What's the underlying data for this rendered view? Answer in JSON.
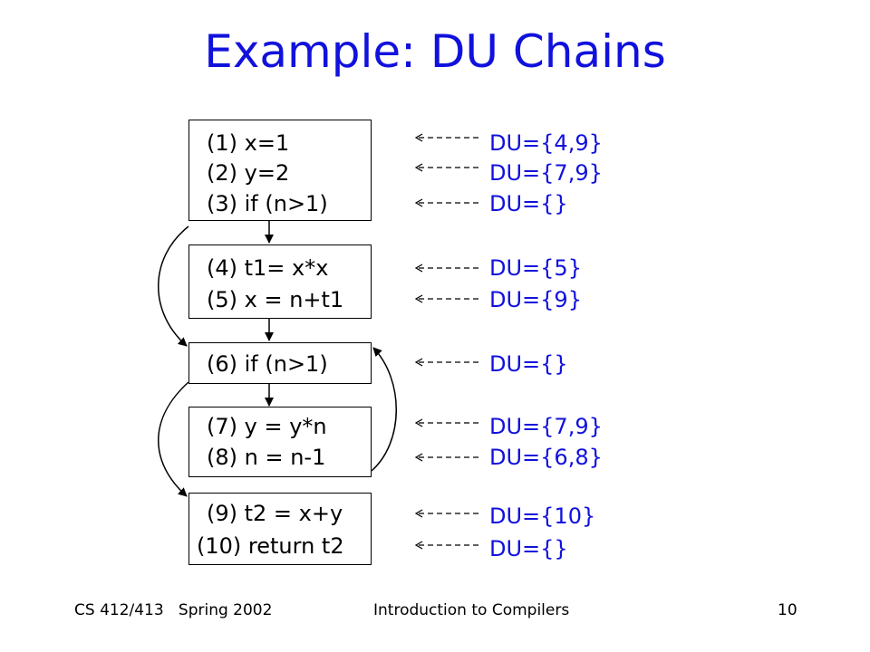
{
  "title": "Example: DU Chains",
  "blocks": [
    {
      "statements": [
        "(1) x=1",
        "(2) y=2",
        "(3) if (n>1)"
      ]
    },
    {
      "statements": [
        "(4) t1= x*x",
        "(5) x = n+t1"
      ]
    },
    {
      "statements": [
        "(6) if (n>1)"
      ]
    },
    {
      "statements": [
        "(7) y = y*n",
        "(8) n = n-1"
      ]
    },
    {
      "statements": [
        "(9) t2 = x+y",
        "(10) return t2"
      ]
    }
  ],
  "du_chains": [
    "DU={4,9}",
    "DU={7,9}",
    "DU={}",
    "DU={5}",
    "DU={9}",
    "DU={}",
    "DU={7,9}",
    "DU={6,8}",
    "DU={10}",
    "DU={}"
  ],
  "footer": {
    "course": "CS 412/413   Spring 2002",
    "subject": "Introduction to Compilers",
    "page": "10"
  },
  "colors": {
    "accent": "#1111dd",
    "text": "#000000"
  }
}
